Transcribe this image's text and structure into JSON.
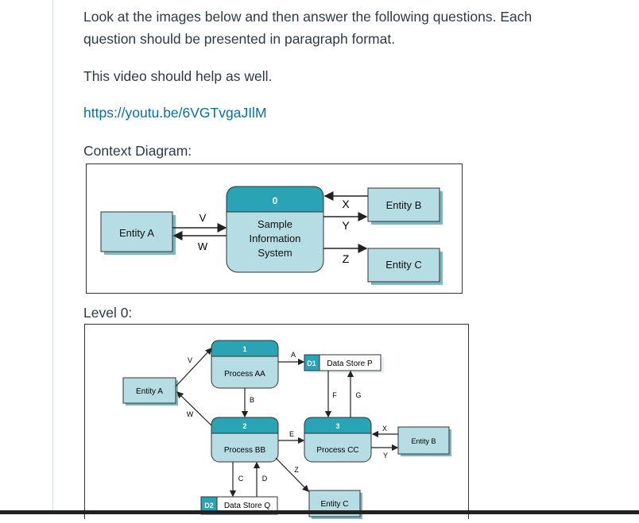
{
  "text": {
    "intro_line1": "Look at the images below and then answer the following questions.  Each",
    "intro_line2": "question should be presented in paragraph format.",
    "video_note": "This video should help as well.",
    "video_link": "https://youtu.be/6VGTvgaJIlM",
    "context_label": "Context Diagram:",
    "level0_label": "Level 0:"
  },
  "context_diagram": {
    "process_number": "0",
    "process_line1": "Sample",
    "process_line2": "Information",
    "process_line3": "System",
    "entity_a": "Entity A",
    "entity_b": "Entity B",
    "entity_c": "Entity C",
    "flow_v": "V",
    "flow_w": "W",
    "flow_x": "X",
    "flow_y": "Y",
    "flow_z": "Z"
  },
  "level0_diagram": {
    "p1_num": "1",
    "p1_name": "Process AA",
    "p2_num": "2",
    "p2_name": "Process BB",
    "p3_num": "3",
    "p3_name": "Process CC",
    "entity_a": "Entity A",
    "entity_b": "Entity B",
    "entity_c": "Entity C",
    "d1_id": "D1",
    "d1_name": "Data Store P",
    "d2_id": "D2",
    "d2_name": "Data Store Q",
    "flow_a": "A",
    "flow_b": "B",
    "flow_c": "C",
    "flow_d": "D",
    "flow_e": "E",
    "flow_f": "F",
    "flow_g": "G",
    "flow_v": "V",
    "flow_w": "W",
    "flow_x": "X",
    "flow_y": "Y",
    "flow_z": "Z"
  },
  "colors": {
    "process_header": "#2aa3b4",
    "process_body": "#b6dde3",
    "entity_fill": "#b6dde3",
    "link": "#0770a3"
  }
}
